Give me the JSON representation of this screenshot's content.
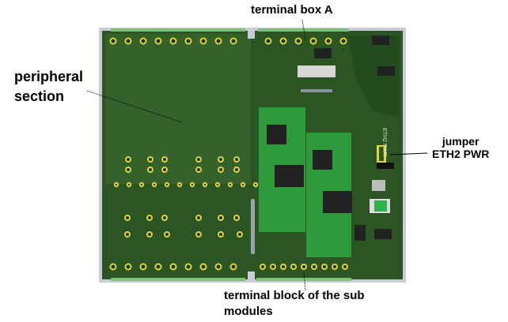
{
  "labels": {
    "terminal_box": "terminal box A",
    "peripheral_line1": "peripheral",
    "peripheral_line2": "section",
    "jumper_line1": "jumper",
    "jumper_line2": "ETH2 PWR",
    "submodule_line1": "terminal block of the sub",
    "submodule_line2": "modules"
  },
  "silkscreen": {
    "jumper_marking": "ETH2 PWR"
  },
  "colors": {
    "board": "#2f5a26",
    "board_dark": "#234a1e",
    "module": "#2e8f3a",
    "pad": "#e2d33a",
    "frame": "#c9ccd6"
  }
}
